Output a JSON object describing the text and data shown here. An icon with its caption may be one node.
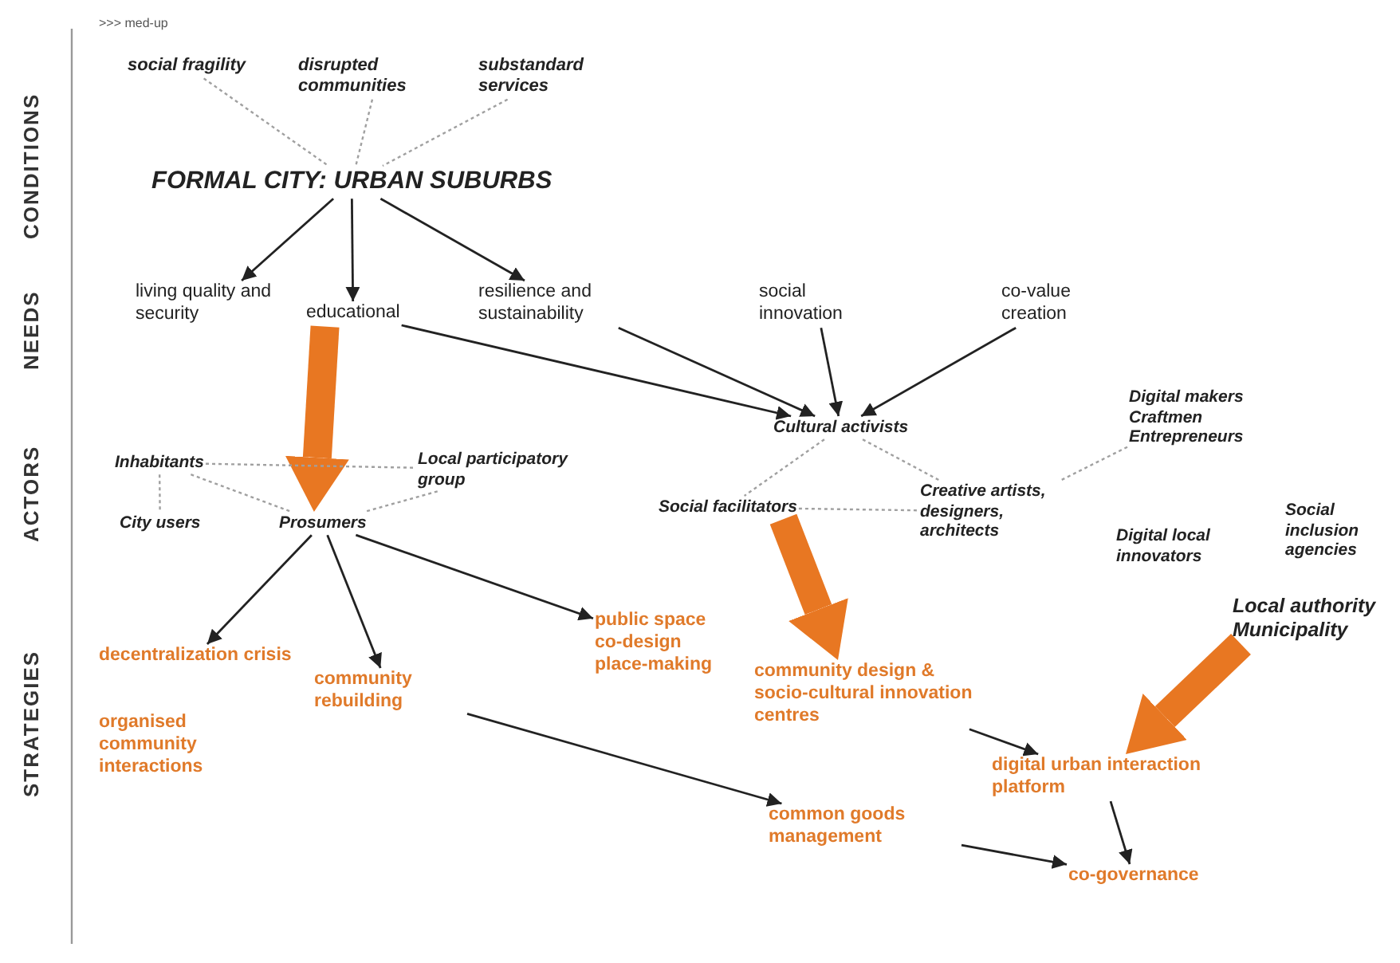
{
  "diagram": {
    "nodes": [
      {
        "text": [
          "social fragility"
        ]
      },
      {
        "text": [
          "disrupted communities"
        ]
      },
      {
        "text": [
          "substandard services"
        ]
      },
      {
        "text": [
          "FORMAL CITY: URBAN SUBURBS"
        ]
      },
      {
        "text": [
          "living quality and security"
        ]
      },
      {
        "text": [
          "educational"
        ]
      },
      {
        "text": [
          "resilience and sustainability"
        ]
      },
      {
        "text": [
          "social innovation"
        ]
      },
      {
        "text": [
          "co-value creation"
        ]
      },
      {
        "text": [
          "Cultural activists"
        ]
      },
      {
        "text": [
          "Digital makers",
          "Craftmen",
          "Entrepreneurs"
        ]
      },
      {
        "text": [
          "Inhabitants"
        ]
      },
      {
        "text": [
          "Local participatory group"
        ]
      },
      {
        "text": [
          "City users"
        ]
      },
      {
        "text": [
          "Prosumers"
        ]
      },
      {
        "text": [
          "Social facilitators"
        ]
      },
      {
        "text": [
          "Creative artists, designers, architects"
        ]
      },
      {
        "text": [
          "Digital local innovators"
        ]
      },
      {
        "text": [
          "Social inclusion agencies"
        ]
      },
      {
        "text": [
          "Local authority Municipality"
        ]
      },
      {
        "text": [
          "decentralization crisis"
        ]
      },
      {
        "text": [
          "organised community interactions"
        ]
      },
      {
        "text": [
          "community rebuilding"
        ]
      },
      {
        "text": [
          "public space co-design place-making"
        ]
      },
      {
        "text": [
          "community design & socio-cultural innovation centres"
        ]
      },
      {
        "text": [
          "digital urban interaction platform"
        ]
      },
      {
        "text": [
          "common goods management"
        ]
      },
      {
        "text": [
          "co-governance"
        ]
      }
    ],
    "edges": [
      {
        "from": 0,
        "to": 3,
        "arrow": "none",
        "style": "dashed",
        "color": "#a0a0a0"
      },
      {
        "from": 1,
        "to": 3,
        "arrow": "none",
        "style": "dashed",
        "color": "#a0a0a0"
      },
      {
        "from": 2,
        "to": 3,
        "arrow": "none",
        "style": "dashed",
        "color": "#a0a0a0"
      },
      {
        "from": 3,
        "to": 4,
        "arrow": "to"
      },
      {
        "from": 3,
        "to": 5,
        "arrow": "to"
      },
      {
        "from": 3,
        "to": 6,
        "arrow": "to"
      },
      {
        "from": 5,
        "to": 9,
        "arrow": "to"
      },
      {
        "from": 6,
        "to": 9,
        "arrow": "to"
      },
      {
        "from": 7,
        "to": 9,
        "arrow": "to"
      },
      {
        "from": 8,
        "to": 9,
        "arrow": "to"
      },
      {
        "from": 5,
        "to": 14,
        "arrow": "to",
        "style": "thick",
        "color": "#e87722"
      },
      {
        "from": 11,
        "to": 12,
        "arrow": "none",
        "style": "dashed",
        "color": "#a0a0a0"
      },
      {
        "from": 11,
        "to": 13,
        "arrow": "none",
        "style": "dashed",
        "color": "#a0a0a0"
      },
      {
        "from": 11,
        "to": 14,
        "arrow": "none",
        "style": "dashed",
        "color": "#a0a0a0"
      },
      {
        "from": 12,
        "to": 14,
        "arrow": "none",
        "style": "dashed",
        "color": "#a0a0a0"
      },
      {
        "from": 9,
        "to": 15,
        "arrow": "none",
        "style": "dashed",
        "color": "#a0a0a0"
      },
      {
        "from": 9,
        "to": 16,
        "arrow": "none",
        "style": "dashed",
        "color": "#a0a0a0"
      },
      {
        "from": 15,
        "to": 16,
        "arrow": "none",
        "style": "dashed",
        "color": "#a0a0a0"
      },
      {
        "from": 10,
        "to": 16,
        "arrow": "none",
        "style": "dashed",
        "color": "#a0a0a0"
      },
      {
        "from": 14,
        "to": 20,
        "arrow": "to"
      },
      {
        "from": 14,
        "to": 22,
        "arrow": "to"
      },
      {
        "from": 14,
        "to": 23,
        "arrow": "to"
      },
      {
        "from": 15,
        "to": 24,
        "arrow": "to",
        "style": "thick",
        "color": "#e87722"
      },
      {
        "from": 19,
        "to": 25,
        "arrow": "to",
        "style": "thick",
        "color": "#e87722"
      },
      {
        "from": 24,
        "to": 25,
        "arrow": "to"
      },
      {
        "from": 22,
        "to": 26,
        "arrow": "to"
      },
      {
        "from": 25,
        "to": 27,
        "arrow": "to"
      },
      {
        "from": 26,
        "to": 27,
        "arrow": "to"
      }
    ],
    "labels": [
      ">>> med-up",
      "CONDITIONS",
      "NEEDS",
      "ACTORS",
      "STRATEGIES"
    ]
  }
}
